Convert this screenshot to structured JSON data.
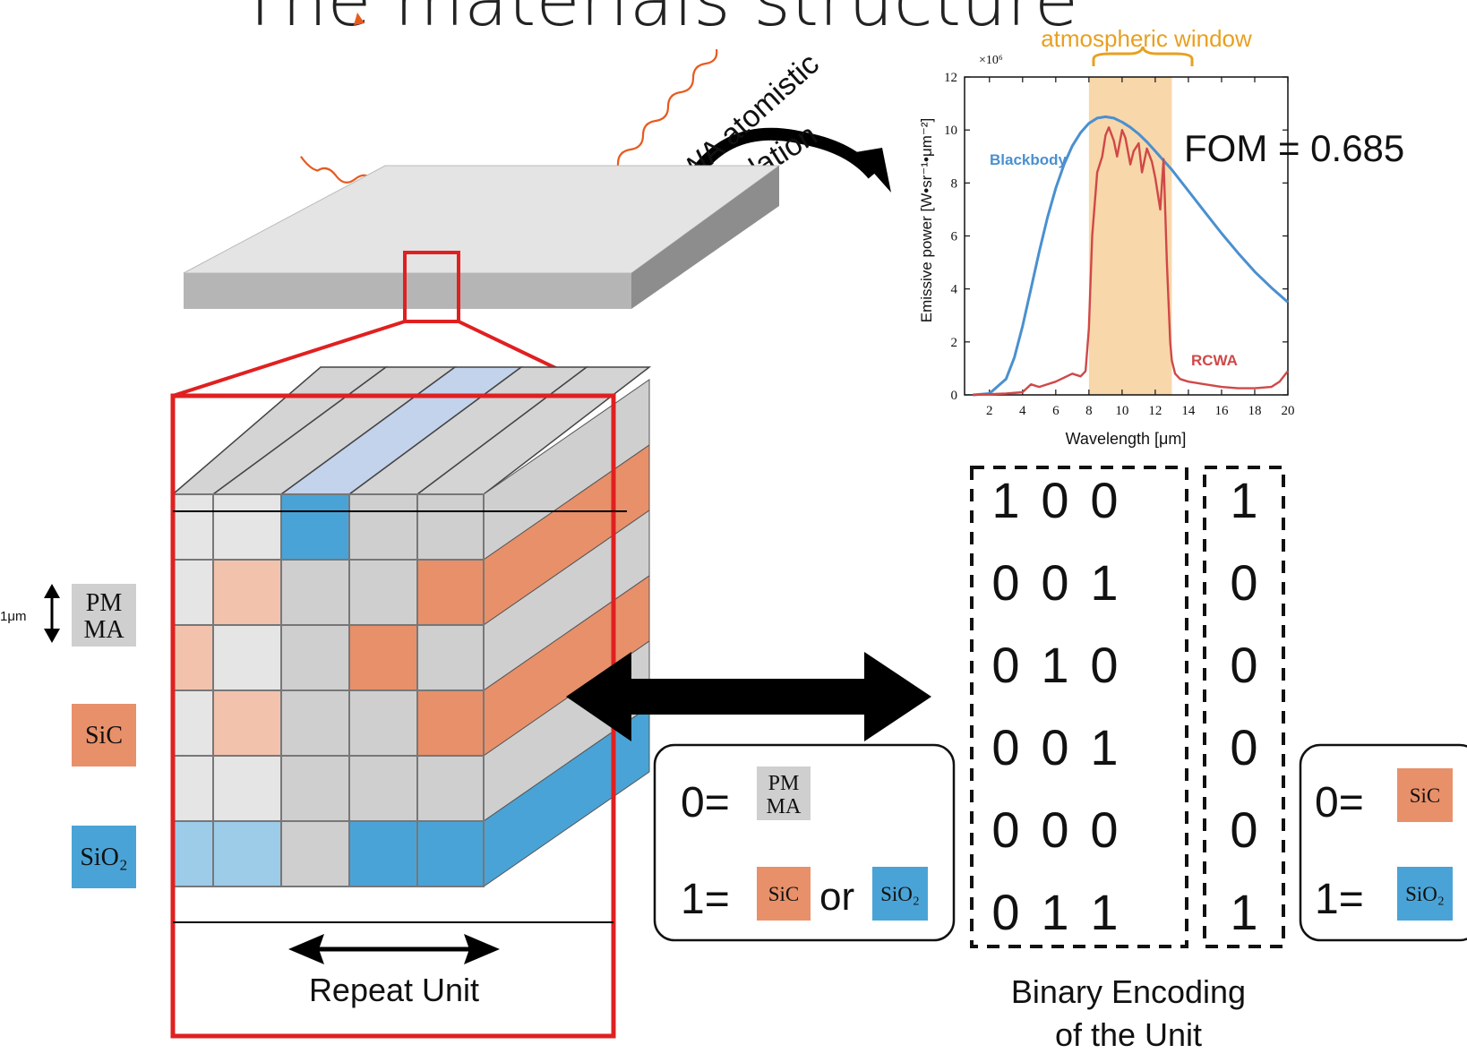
{
  "title": "The materials structure",
  "arrow_label": {
    "line1": "RCWA atomistic",
    "line2": "simulation"
  },
  "legend": {
    "thickness": "1μm",
    "pmma": [
      "PM",
      "MA"
    ],
    "sic": "SiC",
    "sio2": "SiO₂"
  },
  "repeat_unit": "Repeat Unit",
  "encoding_box_1": {
    "zero": "0=",
    "one": "1=",
    "or": "or",
    "zero_material": [
      "PM",
      "MA"
    ],
    "one_material_a": "SiC",
    "one_material_b": "SiO₂"
  },
  "encoding_box_2": {
    "zero": "0=",
    "one": "1=",
    "zero_material": "SiC",
    "one_material": "SiO₂"
  },
  "binary_matrix": {
    "left": [
      [
        "1",
        "0",
        "0"
      ],
      [
        "0",
        "0",
        "1"
      ],
      [
        "0",
        "1",
        "0"
      ],
      [
        "0",
        "0",
        "1"
      ],
      [
        "0",
        "0",
        "0"
      ],
      [
        "0",
        "1",
        "1"
      ]
    ],
    "right": [
      "1",
      "0",
      "0",
      "0",
      "0",
      "1"
    ],
    "caption_line1": "Binary Encoding",
    "caption_line2": "of the Unit"
  },
  "colors": {
    "pmma": "#cfcfcf",
    "sic": "#e8906a",
    "sio2": "#4aa3d6",
    "frame_red": "#e02020",
    "blackbody": "#4a90d0",
    "rcwa": "#d04848",
    "window": "#f5c98e",
    "window_label": "#e8a020"
  },
  "chart_data": {
    "type": "line",
    "title": "",
    "annotation_window": "atmospheric window",
    "fom_label": "FOM = 0.685",
    "multiplier": "×10⁶",
    "xlabel": "Wavelength [μm]",
    "ylabel": "Emissive power [W•sr⁻¹•μm⁻²]",
    "xlim": [
      0.5,
      20
    ],
    "ylim": [
      0,
      12
    ],
    "xticks": [
      2,
      4,
      6,
      8,
      10,
      12,
      14,
      16,
      18,
      20
    ],
    "yticks": [
      0,
      2,
      4,
      6,
      8,
      10,
      12
    ],
    "window_range": [
      8,
      13
    ],
    "series": [
      {
        "name": "Blackbody",
        "x": [
          1.0,
          2.0,
          3.0,
          3.5,
          4.0,
          4.5,
          5.0,
          5.5,
          6.0,
          6.5,
          7.0,
          7.5,
          8.0,
          8.5,
          9.0,
          9.5,
          10.0,
          10.5,
          11.0,
          11.5,
          12.0,
          12.5,
          13.0,
          13.5,
          14.0,
          15.0,
          16.0,
          17.0,
          18.0,
          19.0,
          20.0
        ],
        "y": [
          0.0,
          0.05,
          0.6,
          1.4,
          2.6,
          4.0,
          5.4,
          6.7,
          7.8,
          8.7,
          9.4,
          9.9,
          10.25,
          10.45,
          10.5,
          10.45,
          10.3,
          10.1,
          9.85,
          9.55,
          9.2,
          8.85,
          8.5,
          8.1,
          7.7,
          6.9,
          6.1,
          5.35,
          4.65,
          4.05,
          3.5
        ]
      },
      {
        "name": "RCWA",
        "x": [
          1.0,
          3.0,
          4.0,
          4.5,
          5.0,
          6.0,
          7.0,
          7.5,
          7.8,
          8.0,
          8.2,
          8.5,
          8.8,
          9.0,
          9.2,
          9.5,
          9.7,
          10.0,
          10.2,
          10.5,
          10.7,
          11.0,
          11.2,
          11.5,
          11.8,
          12.0,
          12.3,
          12.5,
          12.7,
          12.9,
          13.0,
          13.2,
          13.5,
          14.0,
          15.0,
          16.0,
          17.0,
          18.0,
          19.0,
          19.5,
          20.0
        ],
        "y": [
          0.0,
          0.05,
          0.1,
          0.4,
          0.3,
          0.5,
          0.8,
          0.7,
          0.9,
          2.5,
          6.0,
          8.4,
          9.0,
          9.8,
          10.1,
          9.6,
          9.0,
          10.0,
          9.7,
          8.7,
          9.2,
          9.5,
          8.4,
          9.3,
          8.8,
          8.2,
          7.0,
          8.9,
          5.0,
          2.0,
          1.3,
          0.8,
          0.6,
          0.5,
          0.4,
          0.3,
          0.25,
          0.25,
          0.3,
          0.5,
          0.9
        ]
      }
    ]
  }
}
